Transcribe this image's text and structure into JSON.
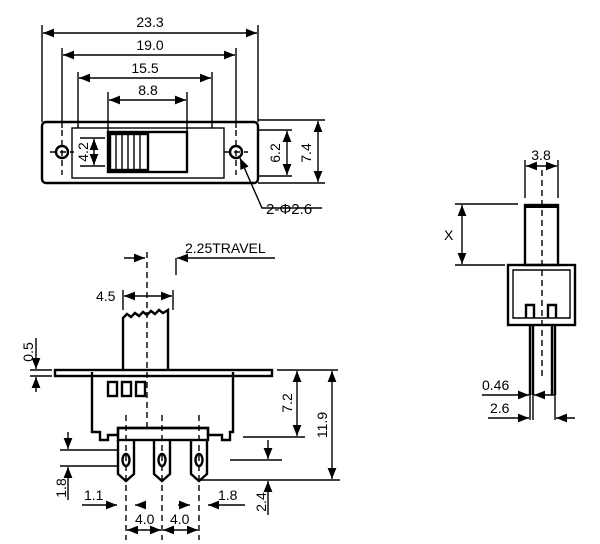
{
  "top_view": {
    "dim_overall": "23.3",
    "dim_holes": "19.0",
    "dim_body": "15.5",
    "dim_slot": "8.8",
    "dim_slot_height": "4.2",
    "dim_body_height": "6.2",
    "dim_plate_height": "7.4",
    "hole_label": "2-Φ2.6"
  },
  "side_view": {
    "travel": "2.25TRAVEL",
    "actuator_width": "4.5",
    "flange_thickness": "0.5",
    "body_height": "7.2",
    "total_height": "11.9",
    "pin_hole_pos": "1.8",
    "pin_width": "1.1",
    "pin_end": "1.8",
    "pin_spacing_1": "4.0",
    "pin_spacing_2": "4.0",
    "pin_length": "2.4"
  },
  "end_view": {
    "actuator_width": "3.8",
    "actuator_height": "X",
    "pin_thickness": "0.46",
    "pin_spacing": "2.6"
  }
}
